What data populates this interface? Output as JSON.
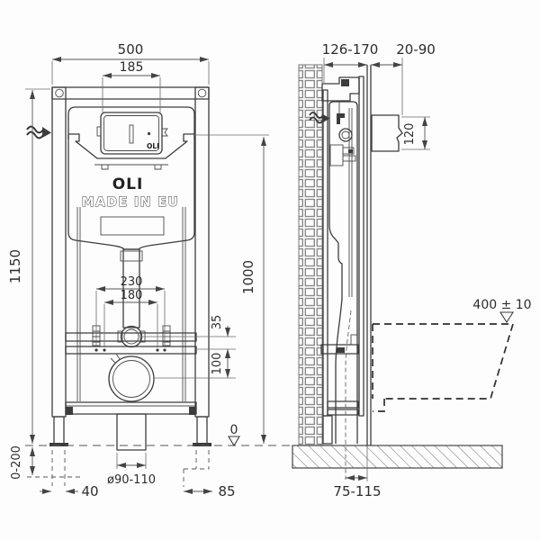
{
  "brand": {
    "logo": "OLI",
    "made_in": "MADE IN EU",
    "plate_logo": "OLI"
  },
  "front_dims": {
    "total_width": "500",
    "plate_width": "185",
    "frame_height": "1150",
    "plate_height": "1000",
    "fixing_outer": "230",
    "fixing_inner": "180",
    "elbow_offset": "35",
    "outlet_drop": "100",
    "leg_adjust": "0-200",
    "foot_offset": "40",
    "drain_diameter": "ø90-110",
    "drain_side_offset": "85",
    "datum": "0"
  },
  "side_dims": {
    "frame_depth": "126-170",
    "finish_thickness": "20-90",
    "plate_height": "120",
    "bowl_level": "400 ± 10",
    "outlet_distance": "75-115"
  },
  "colors": {
    "line": "#3c3c3c",
    "dimension": "#555555",
    "background": "#fdfdfd"
  }
}
